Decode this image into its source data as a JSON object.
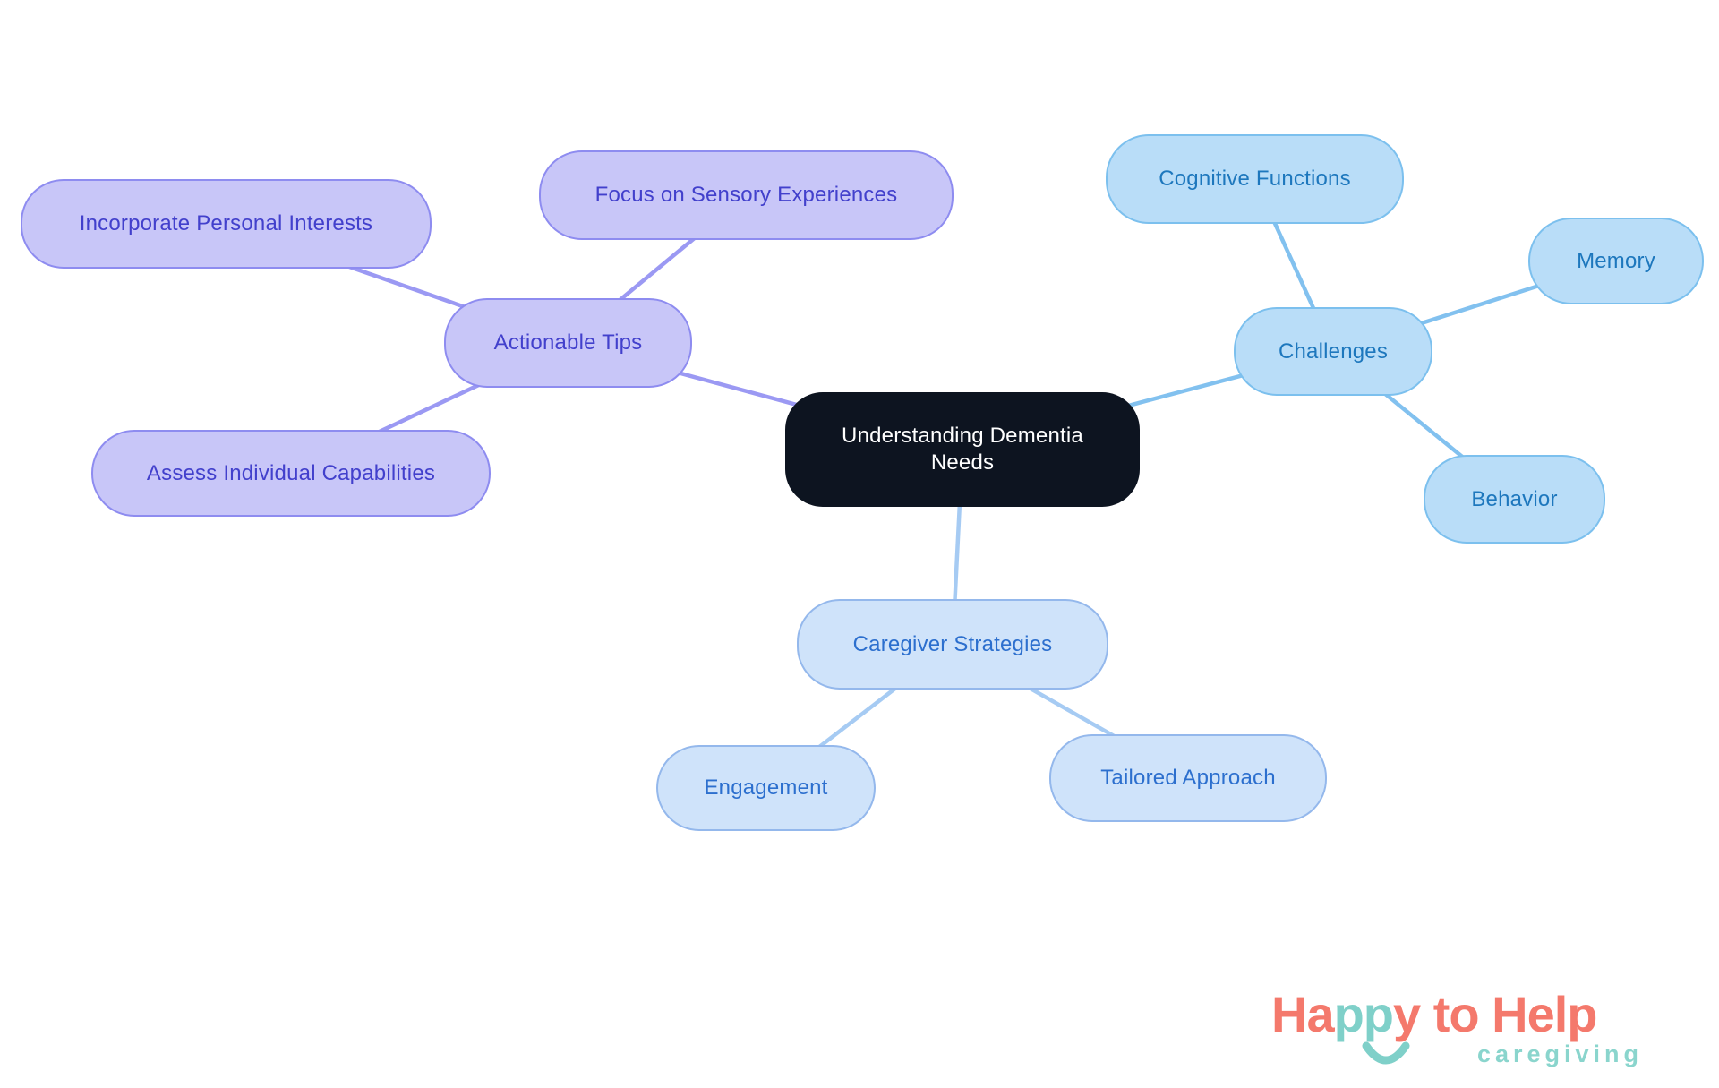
{
  "mindmap": {
    "center_label": "Understanding Dementia Needs",
    "branch_actionable_tips": {
      "label": "Actionable Tips",
      "children": {
        "incorporate_personal_interests": "Incorporate Personal Interests",
        "focus_on_sensory_experiences": "Focus on Sensory Experiences",
        "assess_individual_capabilities": "Assess Individual Capabilities"
      }
    },
    "branch_challenges": {
      "label": "Challenges",
      "children": {
        "cognitive_functions": "Cognitive Functions",
        "memory": "Memory",
        "behavior": "Behavior"
      }
    },
    "branch_caregiver_strategies": {
      "label": "Caregiver Strategies",
      "children": {
        "engagement": "Engagement",
        "tailored_approach": "Tailored Approach"
      }
    }
  },
  "colors": {
    "center_fill": "#0d1420",
    "center_text": "#ffffff",
    "purple_fill": "#c8c6f8",
    "purple_border": "#8e8cf0",
    "purple_text": "#4240cc",
    "purple_edge": "#9b99f3",
    "blue_fill": "#b9ddf8",
    "blue_border": "#7cc0ee",
    "blue_text": "#1d77bd",
    "blue_edge": "#82c1ef",
    "light_fill": "#cfe3fa",
    "light_border": "#94b8ec",
    "light_text": "#2c6fce",
    "light_edge": "#a6cbf3",
    "logo_coral": "#f4796c",
    "logo_teal": "#7fd0c9",
    "logo_teal_light": "#8ad5cd"
  },
  "logo": {
    "part_ha": "Ha",
    "part_pp": "pp",
    "part_y": "y",
    "part_to": " to ",
    "part_help": "Help",
    "subtitle": "caregiving"
  }
}
